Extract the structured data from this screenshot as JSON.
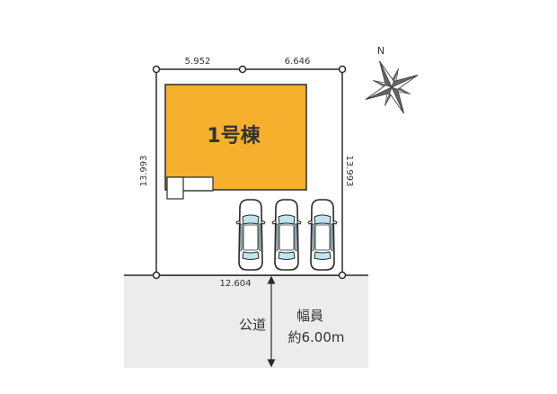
{
  "plot": {
    "top_left_length": "5.952",
    "top_right_length": "6.646",
    "left_length": "13.993",
    "right_length": "13.993",
    "bottom_length": "12.604"
  },
  "building": {
    "label": "1号棟",
    "fill_color": "#f6b02e"
  },
  "road": {
    "label": "公道",
    "width_label": "幅員",
    "width_value": "約6.00m",
    "fill_color": "#ececec"
  },
  "parking": {
    "car_count": 3
  },
  "compass": {
    "north_label": "N"
  },
  "colors": {
    "line": "#2a2a2a",
    "car_glass": "#bfe6ef"
  }
}
